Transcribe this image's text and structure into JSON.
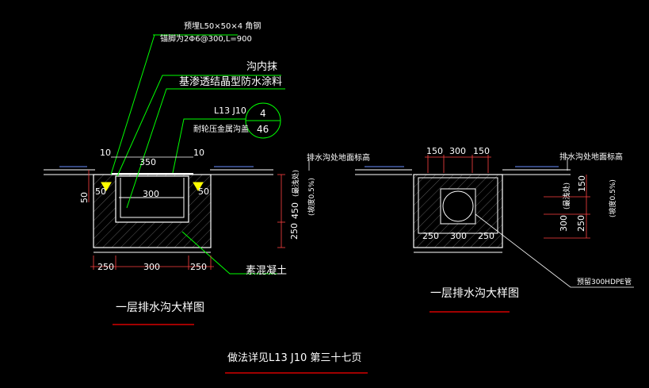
{
  "left_detail": {
    "annotations": {
      "angle_steel": "预埋L50×50×4 角钢",
      "anchor_bar": "锚脚为2Φ6@300,L=900",
      "inner_coat": "沟内抹",
      "waterproof": "基渗透结晶型防水涂料",
      "ref_code": "L13 J10",
      "ref_num_top": "4",
      "ref_num_bottom": "46",
      "cover": "耐轮压金属沟盖",
      "concrete": "素混凝土"
    },
    "dims": {
      "gap_left": "10",
      "gap_right": "10",
      "top_width": "350",
      "inner_width": "300",
      "left_height": "50",
      "left_50": "50",
      "right_50": "50",
      "depth_450": "450",
      "depth_250": "250",
      "slope_note": "(最浅处)",
      "slope": "(坡度0.5%)",
      "bottom_left": "250",
      "bottom_mid": "300",
      "bottom_right": "250"
    },
    "title": "一层排水沟大样图"
  },
  "right_detail": {
    "annotations": {
      "ground_left": "排水沟处地面标高",
      "ground_right": "排水沟处地面标高",
      "pipe": "预留300HDPE管"
    },
    "dims": {
      "top_left": "150",
      "top_mid": "300",
      "top_right": "150",
      "side_150": "150",
      "side_300": "300",
      "side_250": "250",
      "slope_note": "(最浅处)",
      "slope": "(坡度0.5%)",
      "bottom_left": "250",
      "bottom_mid": "300",
      "bottom_right": "250"
    },
    "title": "一层排水沟大样图"
  },
  "footer": "做法详见L13 J10 第三十七页",
  "colors": {
    "background": "#000000",
    "leader": "#00ff00",
    "underline": "#ff0000",
    "dim_line": "#ff4040",
    "outline": "#ffffff",
    "water": "#6a8fff",
    "highlight": "#ffff00"
  }
}
